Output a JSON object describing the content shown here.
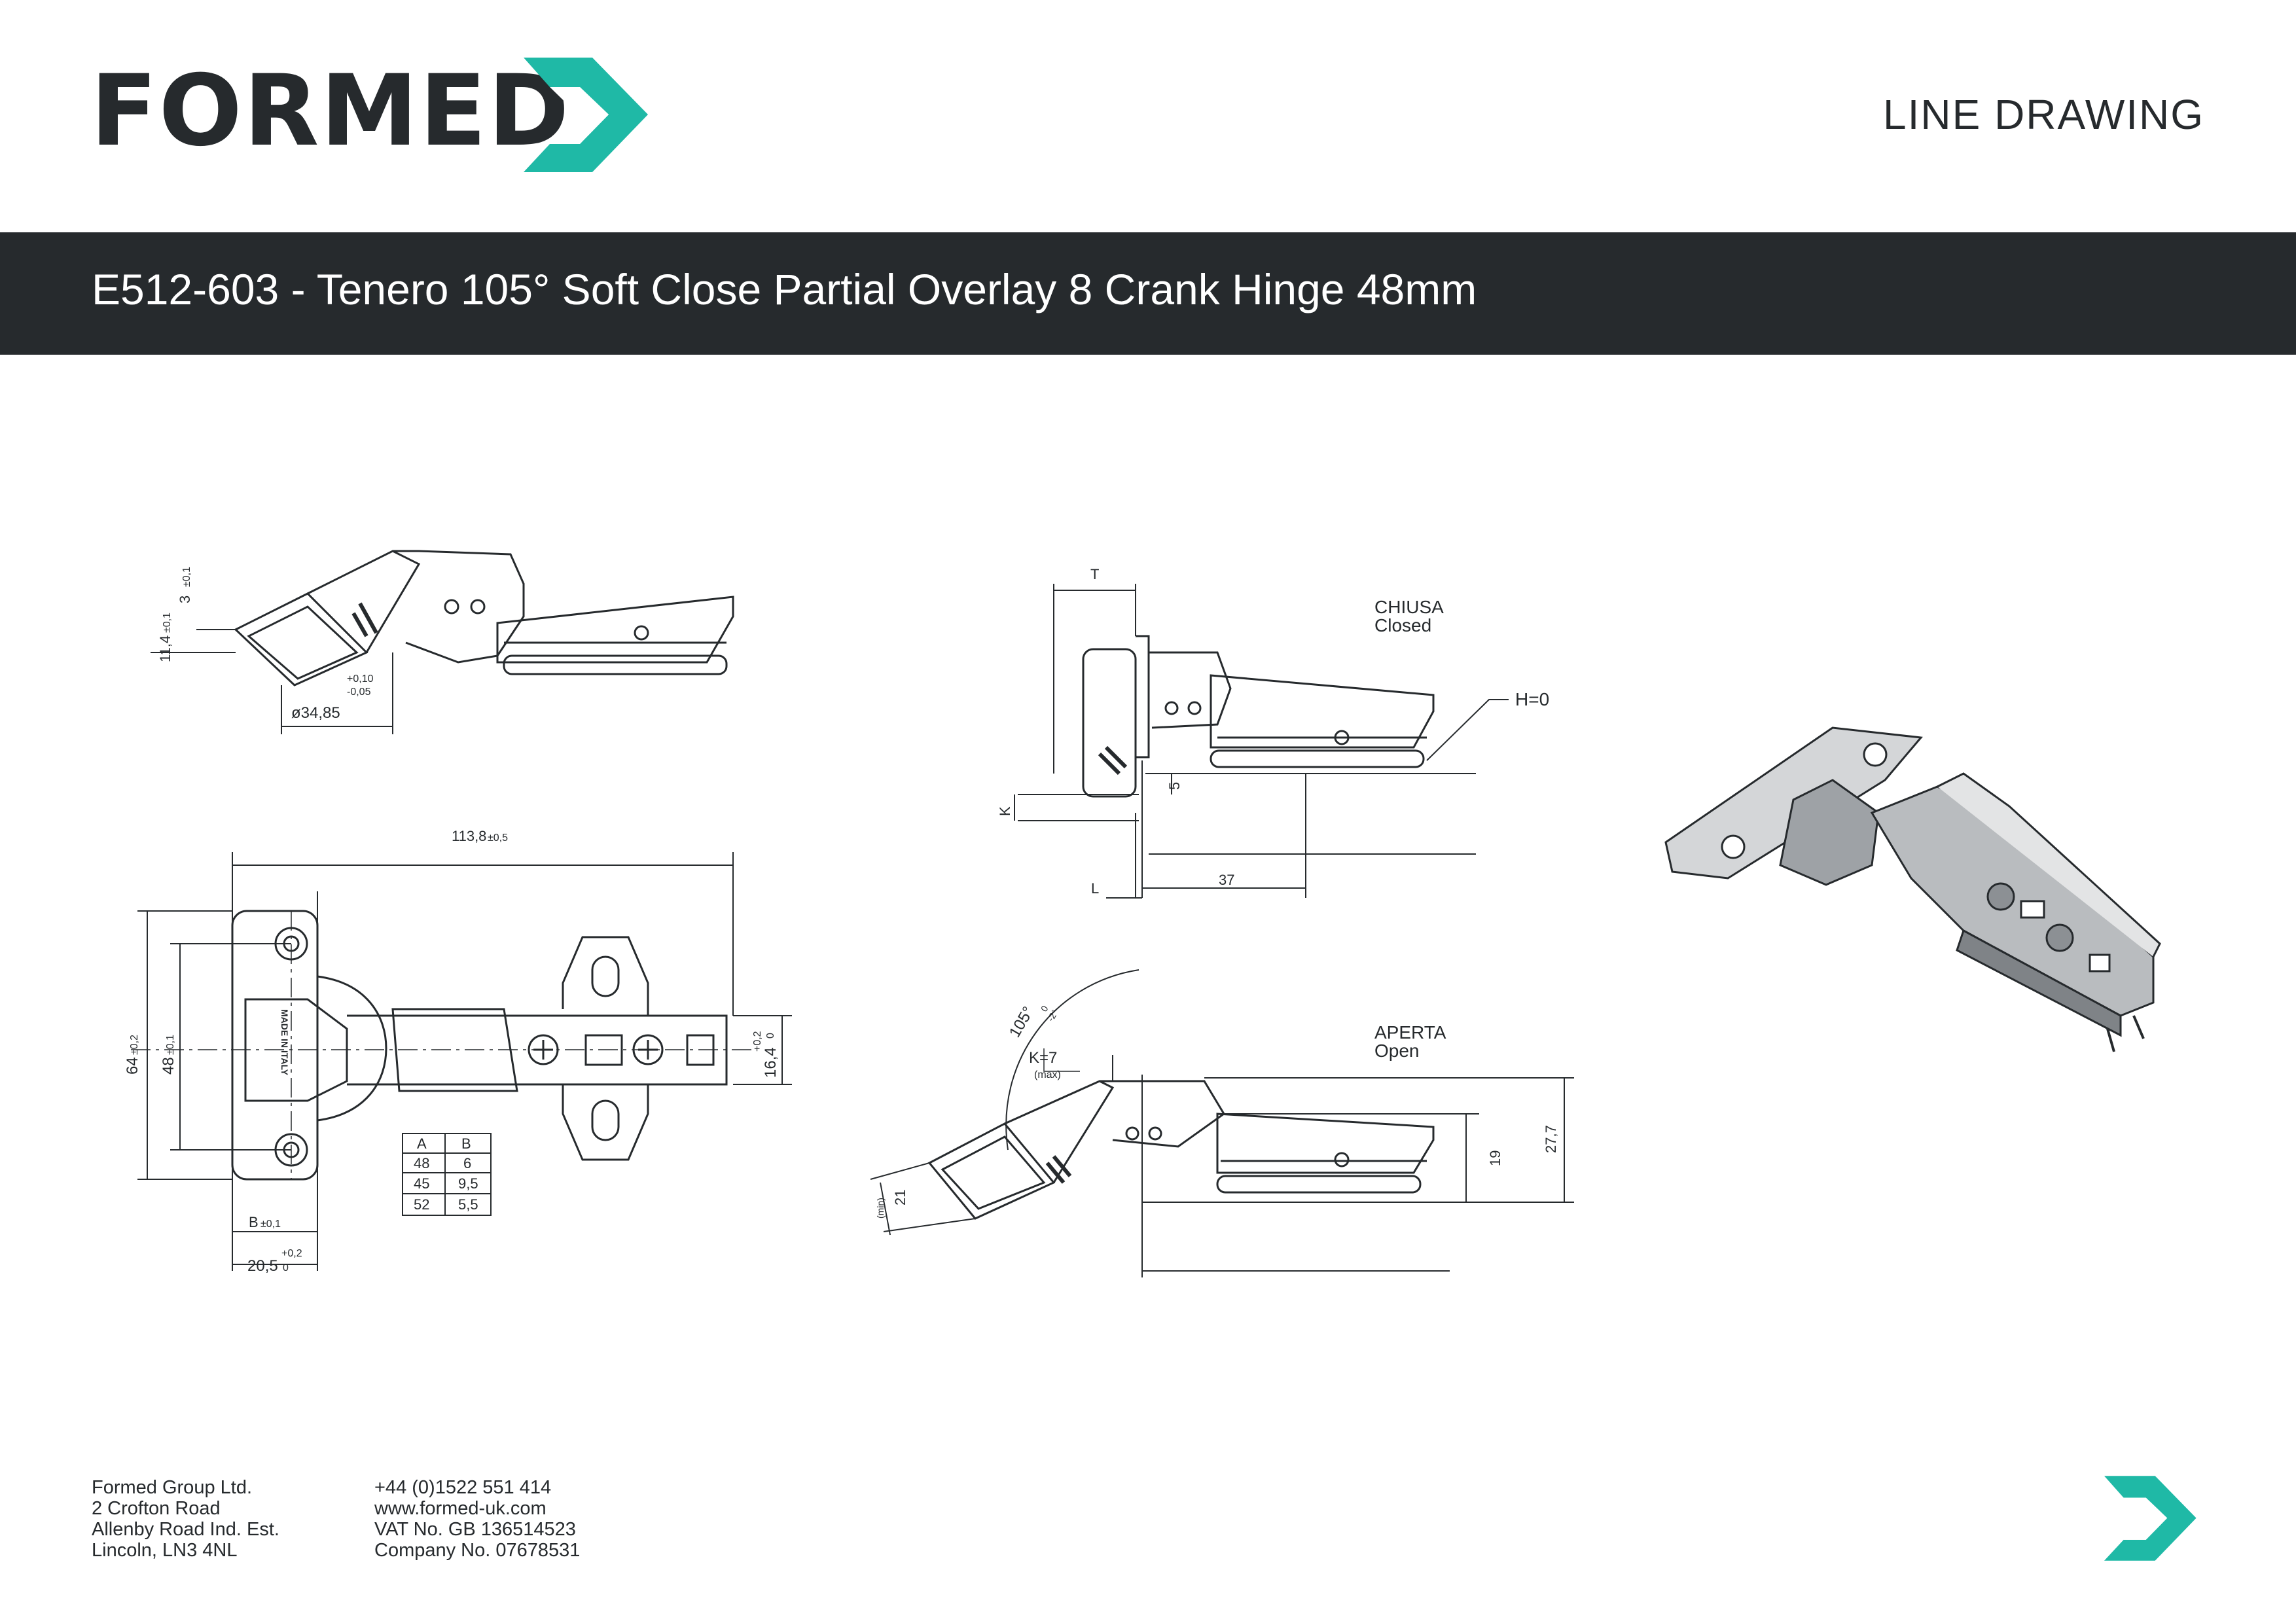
{
  "brand": {
    "name": "FORMED",
    "accent_color": "#1fb9a6",
    "dark_color": "#262a2d"
  },
  "header": {
    "doc_type": "LINE DRAWING"
  },
  "title_bar": {
    "text": "E512-603 - Tenero 105° Soft Close Partial Overlay 8 Crank Hinge 48mm"
  },
  "drawing": {
    "states": {
      "closed_it": "CHIUSA",
      "closed_en": "Closed",
      "open_it": "APERTA",
      "open_en": "Open"
    },
    "dimensions": {
      "overall_length": "113,8",
      "overall_length_tol": "±0,5",
      "height": "64",
      "height_tol": "±0,2",
      "hole_spacing": "48",
      "hole_spacing_tol": "±0,1",
      "plate_width": "16,4",
      "plate_width_tol_upper": "+0,2",
      "plate_width_tol_lower": "0",
      "cup_offset": "20,5",
      "cup_offset_tol_upper": "+0,2",
      "cup_offset_tol_lower": "0",
      "b_label": "B",
      "b_tol": "±0,1",
      "cup_diameter": "ø34,85",
      "cup_diameter_tol_upper": "+0,10",
      "cup_diameter_tol_lower": "-0,05",
      "cup_depth": "11,4",
      "cup_depth_tol": "±0,1",
      "cup_rim": "3",
      "cup_rim_tol": "±0,1",
      "t_label": "T",
      "k_label": "K",
      "l_label": "L",
      "depth_5": "5",
      "depth_37": "37",
      "h_equals": "H=0",
      "angle": "105°",
      "angle_tol": "-2°",
      "angle_tol_upper": "0",
      "k_max": "K=7",
      "k_max_note": "(max)",
      "open_21": "21",
      "open_21_note": "(min)",
      "open_19": "19",
      "open_27_7": "27,7",
      "stamp": "MADE IN ITALY"
    },
    "ab_table": {
      "headers": [
        "A",
        "B"
      ],
      "rows": [
        [
          "48",
          "6"
        ],
        [
          "45",
          "9,5"
        ],
        [
          "52",
          "5,5"
        ]
      ]
    }
  },
  "footer": {
    "address": [
      "Formed Group Ltd.",
      "2 Crofton Road",
      "Allenby Road Ind. Est.",
      "Lincoln, LN3 4NL"
    ],
    "contact": [
      "+44 (0)1522 551 414",
      "www.formed-uk.com",
      "VAT No. GB 136514523",
      "Company No. 07678531"
    ]
  }
}
